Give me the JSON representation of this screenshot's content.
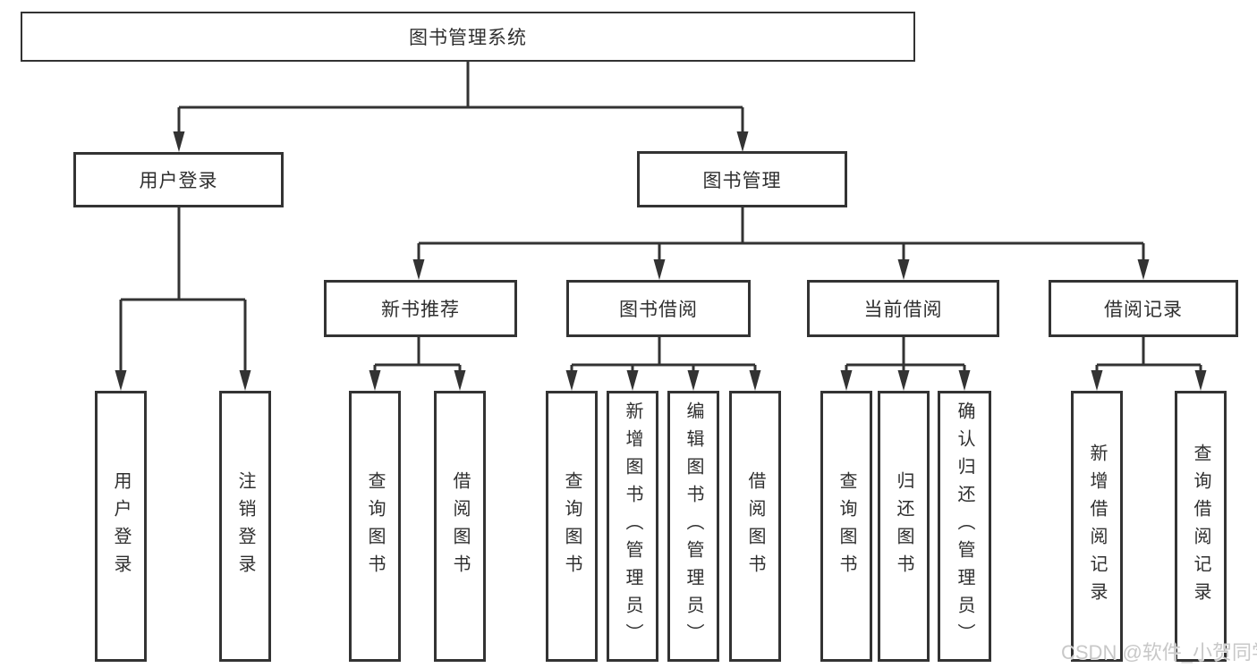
{
  "diagram": {
    "root": {
      "label": "图书管理系统"
    },
    "branches": [
      {
        "label": "用户登录",
        "children": [
          {
            "label": "用户登录"
          },
          {
            "label": "注销登录"
          }
        ]
      },
      {
        "label": "图书管理",
        "children": [
          {
            "label": "新书推荐",
            "children": [
              {
                "label": "查询图书"
              },
              {
                "label": "借阅图书"
              }
            ]
          },
          {
            "label": "图书借阅",
            "children": [
              {
                "label": "查询图书"
              },
              {
                "label": "新增图书（管理员）"
              },
              {
                "label": "编辑图书（管理员）"
              },
              {
                "label": "借阅图书"
              }
            ]
          },
          {
            "label": "当前借阅",
            "children": [
              {
                "label": "查询图书"
              },
              {
                "label": "归还图书"
              },
              {
                "label": "确认归还（管理员）"
              }
            ]
          },
          {
            "label": "借阅记录",
            "children": [
              {
                "label": "新增借阅记录"
              },
              {
                "label": "查询借阅记录"
              }
            ]
          }
        ]
      }
    ]
  },
  "watermark": {
    "text": "CSDN @软件_小贺同学"
  },
  "colors": {
    "line": "#333333",
    "text": "#2f2f2f",
    "background": "#ffffff",
    "watermark": "#c8c8c8"
  }
}
